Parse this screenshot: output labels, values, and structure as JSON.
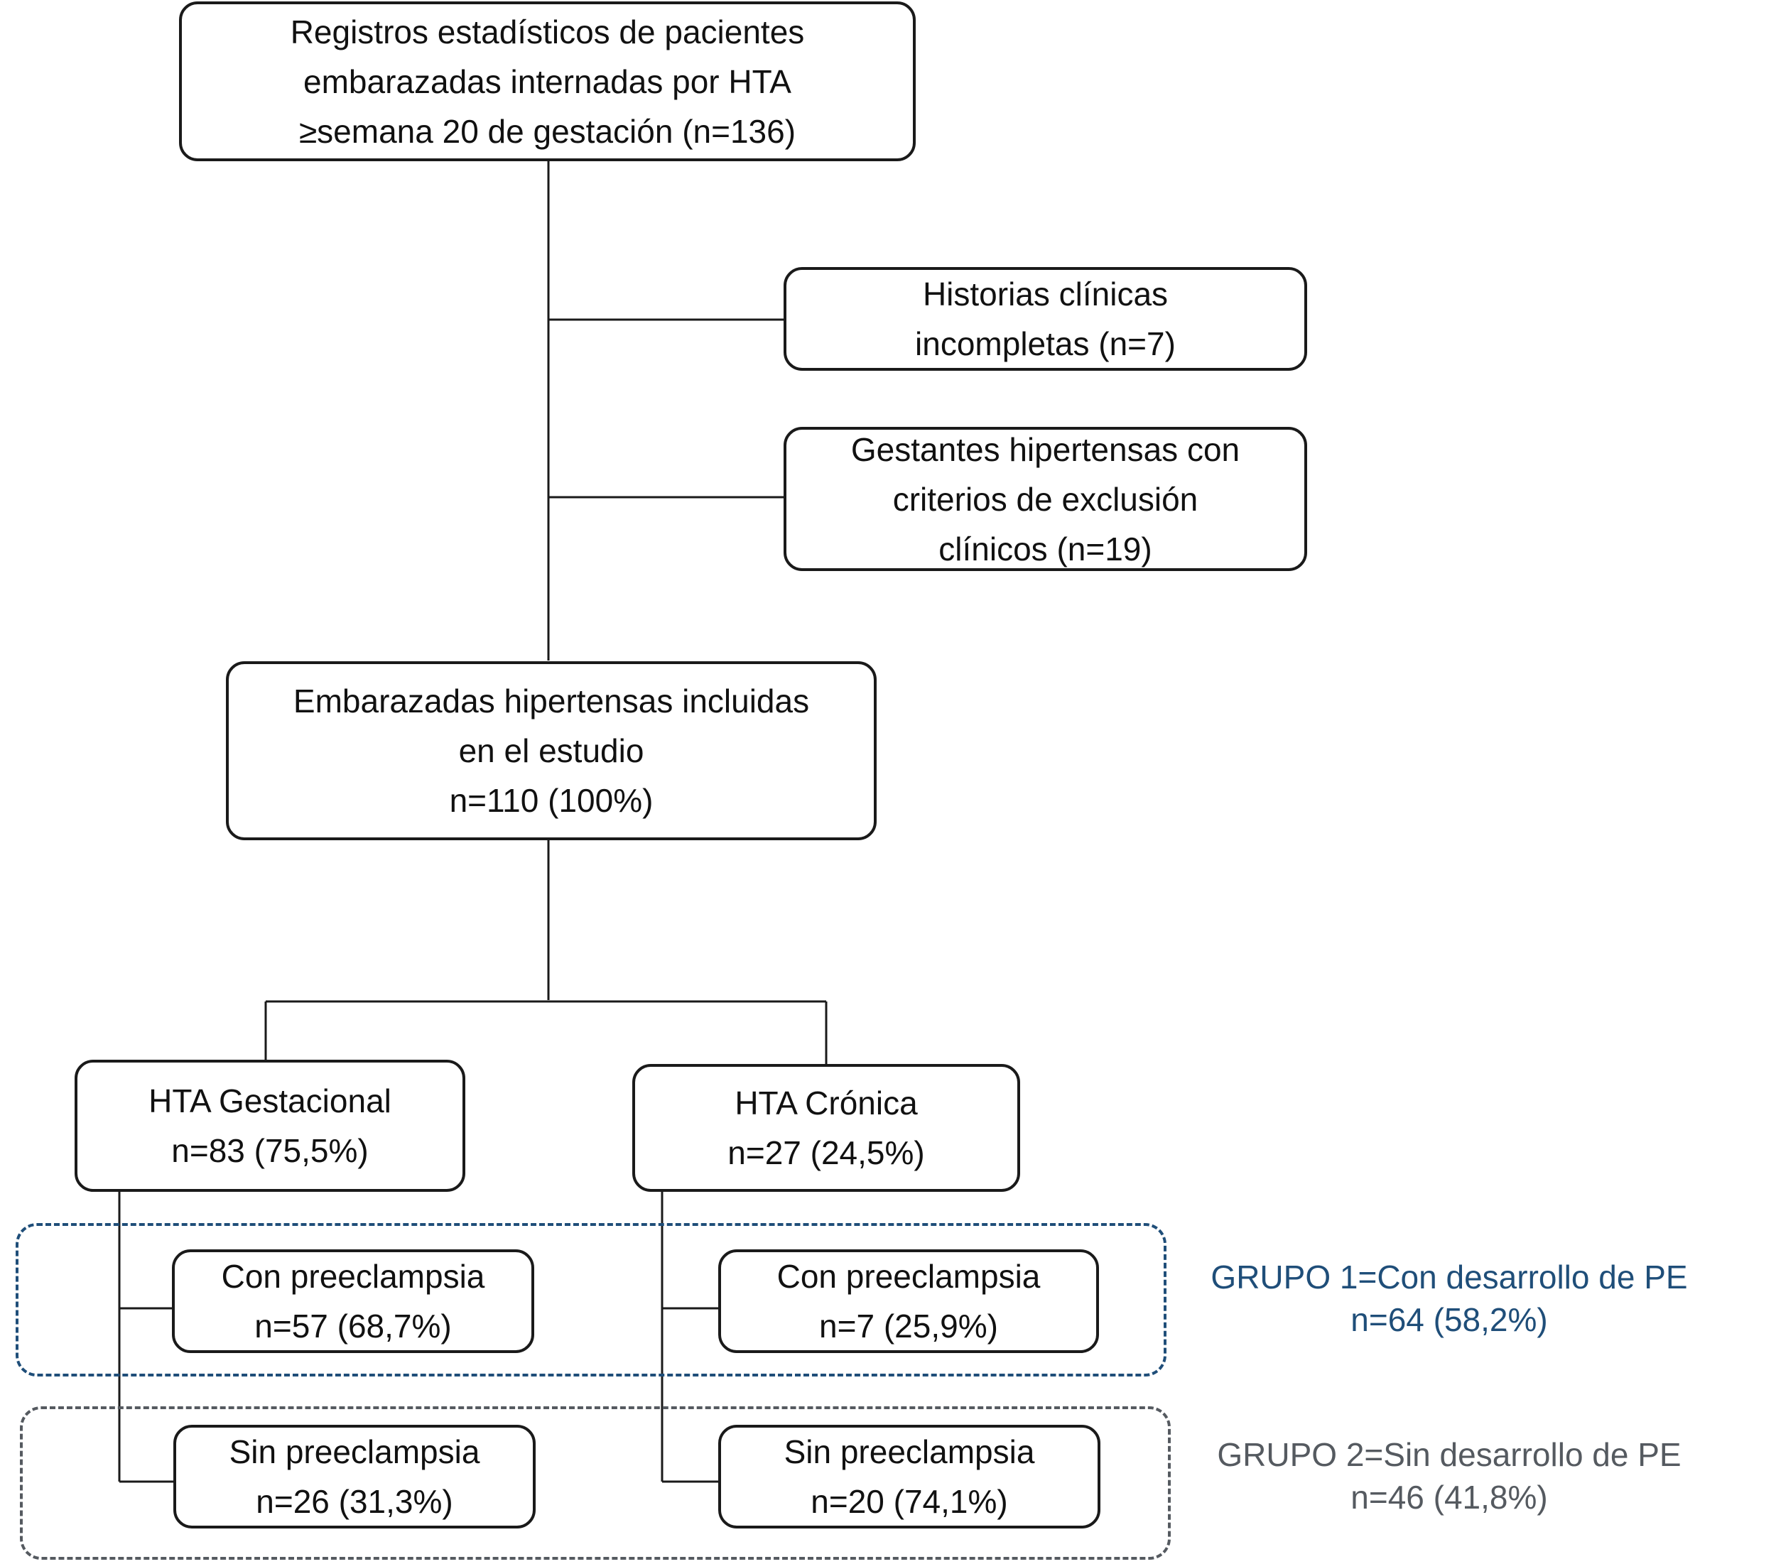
{
  "nodes": {
    "registros": {
      "lines": [
        "Registros estadísticos de pacientes",
        "embarazadas internadas por HTA",
        "≥semana 20 de gestación (n=136)"
      ]
    },
    "historias": {
      "lines": [
        "Historias clínicas",
        "incompletas (n=7)"
      ]
    },
    "gestantes": {
      "lines": [
        "Gestantes hipertensas con",
        "criterios de exclusión",
        "clínicos (n=19)"
      ]
    },
    "incluidas": {
      "lines": [
        "Embarazadas hipertensas incluidas",
        "en el estudio",
        "n=110 (100%)"
      ]
    },
    "gestacional": {
      "lines": [
        "HTA Gestacional",
        "n=83 (75,5%)"
      ]
    },
    "cronica": {
      "lines": [
        "HTA Crónica",
        "n=27 (24,5%)"
      ]
    },
    "gest_con_pe": {
      "lines": [
        "Con preeclampsia",
        "n=57 (68,7%)"
      ]
    },
    "cron_con_pe": {
      "lines": [
        "Con preeclampsia",
        "n=7 (25,9%)"
      ]
    },
    "gest_sin_pe": {
      "lines": [
        "Sin preeclampsia",
        "n=26 (31,3%)"
      ]
    },
    "cron_sin_pe": {
      "lines": [
        "Sin preeclampsia",
        "n=20 (74,1%)"
      ]
    }
  },
  "groups": {
    "grupo1": {
      "lines": [
        "GRUPO 1=Con desarrollo de PE",
        "n=64 (58,2%)"
      ],
      "color": "#1f4e79"
    },
    "grupo2": {
      "lines": [
        "GRUPO 2=Sin desarrollo de PE",
        "n=46 (41,8%)"
      ],
      "color": "#555a60"
    }
  },
  "colors": {
    "box_border": "#1a1a1a",
    "connector": "#1a1a1a"
  }
}
